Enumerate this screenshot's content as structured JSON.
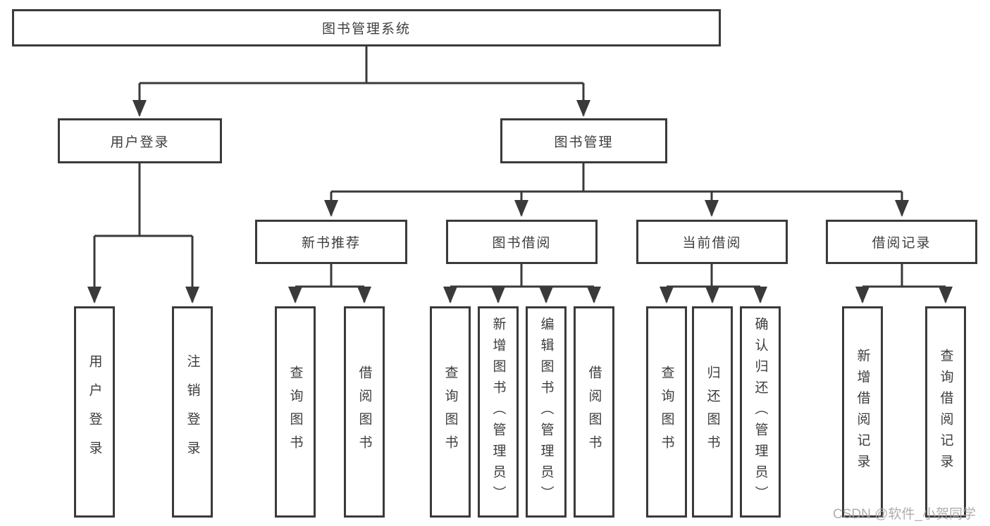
{
  "colors": {
    "line": "#3a3a3a",
    "text": "#3d3d3d",
    "box_background": "#ffffff",
    "watermark": "#a6a6a6"
  },
  "watermark": {
    "text": "CSDN @软件_小贺同学"
  },
  "tree": {
    "root": {
      "label": "图书管理系统"
    },
    "branches": [
      {
        "label": "用户登录",
        "children": [
          {
            "label": "用户登录"
          },
          {
            "label": "注销登录"
          }
        ]
      },
      {
        "label": "图书管理",
        "groups": [
          {
            "label": "新书推荐",
            "children": [
              {
                "label": "查询图书"
              },
              {
                "label": "借阅图书"
              }
            ]
          },
          {
            "label": "图书借阅",
            "children": [
              {
                "label": "查询图书"
              },
              {
                "label": "新增图书（管理员）"
              },
              {
                "label": "编辑图书（管理员）"
              },
              {
                "label": "借阅图书"
              }
            ]
          },
          {
            "label": "当前借阅",
            "children": [
              {
                "label": "查询图书"
              },
              {
                "label": "归还图书"
              },
              {
                "label": "确认归还（管理员）"
              }
            ]
          },
          {
            "label": "借阅记录",
            "children": [
              {
                "label": "新增借阅记录"
              },
              {
                "label": "查询借阅记录"
              }
            ]
          }
        ]
      }
    ]
  }
}
